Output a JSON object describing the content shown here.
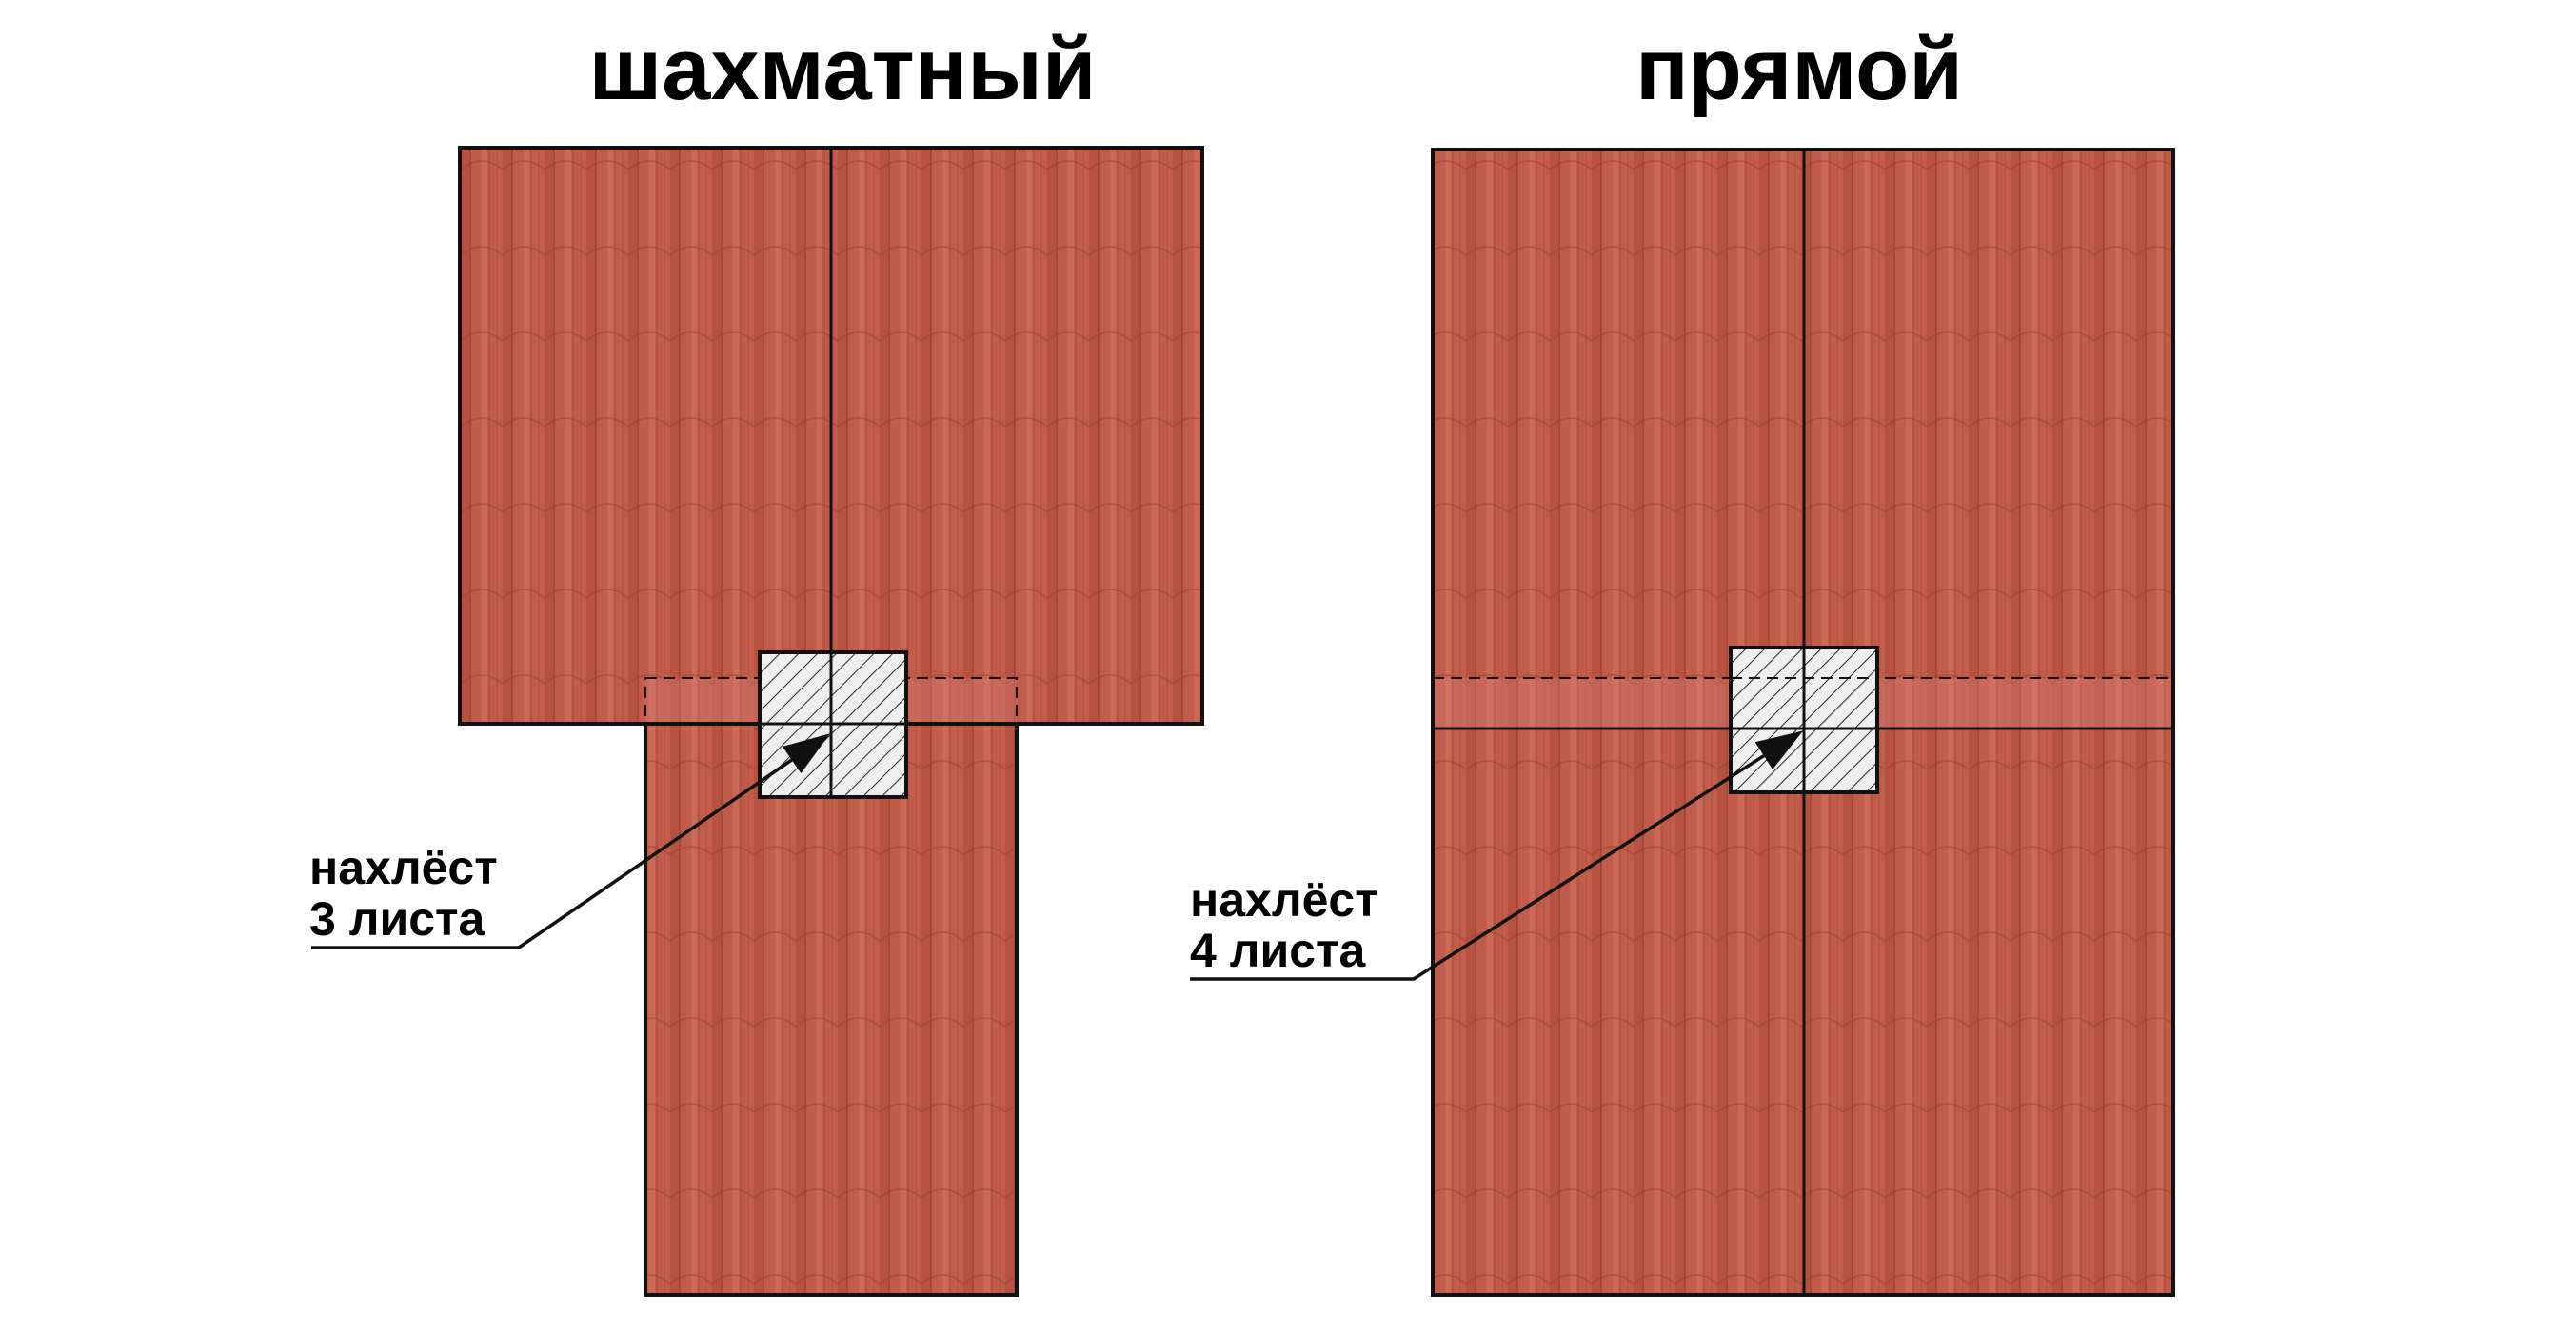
{
  "titles": {
    "staggered": "шахматный",
    "straight": "прямой"
  },
  "callouts": {
    "staggered": {
      "line1": "нахлёст",
      "line2": "3 листа"
    },
    "straight": {
      "line1": "нахлёст",
      "line2": "4 листа"
    }
  },
  "colors": {
    "tile": "#c15b4a",
    "tile_dark": "#a9493a",
    "tile_light": "#d27563",
    "outline": "#111111",
    "hatch_bg": "#eeeeee",
    "hatch_line": "#222222"
  }
}
